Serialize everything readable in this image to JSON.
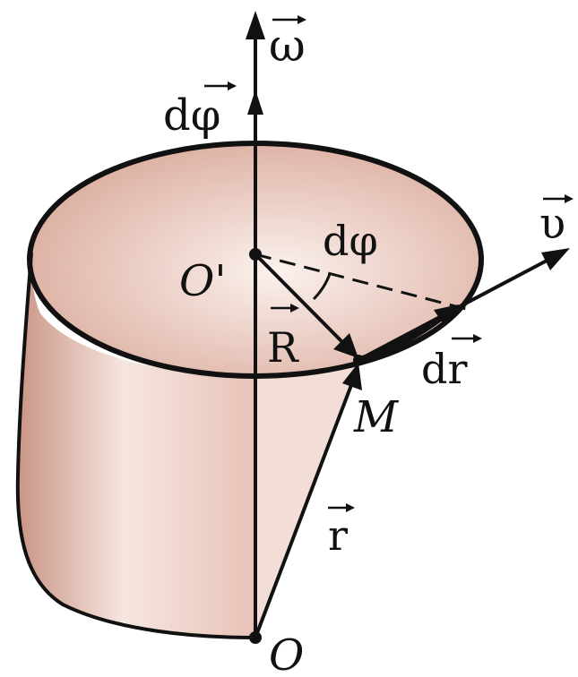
{
  "colors": {
    "ink": "#111111",
    "surface_light": "#f6e6e0",
    "surface_mid": "#e7c2b7",
    "surface_dark": "#c99585",
    "top_center": "#fbf1ed",
    "top_edge": "#d9a899",
    "background": "#ffffff"
  },
  "labels": {
    "omega": "ω",
    "dphi_vec": "dφ",
    "origin_top": "O'",
    "dphi_angle": "dφ",
    "velocity": "υ",
    "radius": "R",
    "dr": "dr",
    "point_m": "M",
    "position": "r",
    "origin": "O"
  }
}
